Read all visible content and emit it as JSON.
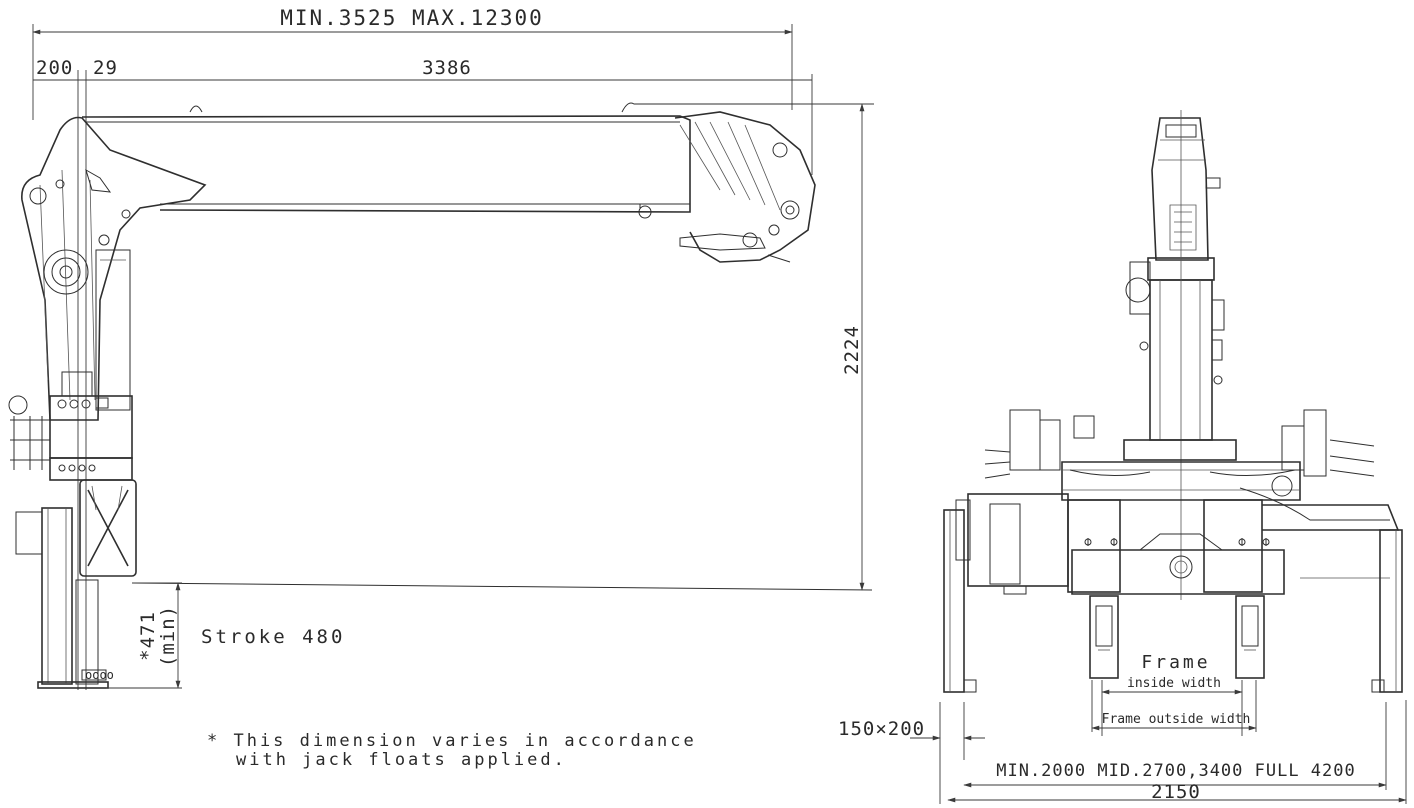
{
  "side_view": {
    "dim_overall_reach": "MIN.3525 MAX.12300",
    "dim_offset_a": "200",
    "dim_offset_b": "29",
    "dim_boom_length": "3386",
    "dim_height": "2224",
    "dim_jack_height": "*471",
    "dim_jack_height_note": "(min)",
    "stroke_label": "Stroke 480"
  },
  "footnote": {
    "line1": "* This dimension varies in accordance",
    "line2": "with jack floats applied."
  },
  "front_view": {
    "frame_label": "Frame",
    "frame_inside_label": "inside width",
    "frame_outside_label": "Frame outside width",
    "pad_size": "150×200",
    "dim_outrigger_span": "MIN.2000 MID.2700,3400 FULL 4200",
    "dim_base_width": "2150"
  },
  "colors": {
    "line": "#2f2f2f",
    "background": "#ffffff"
  }
}
